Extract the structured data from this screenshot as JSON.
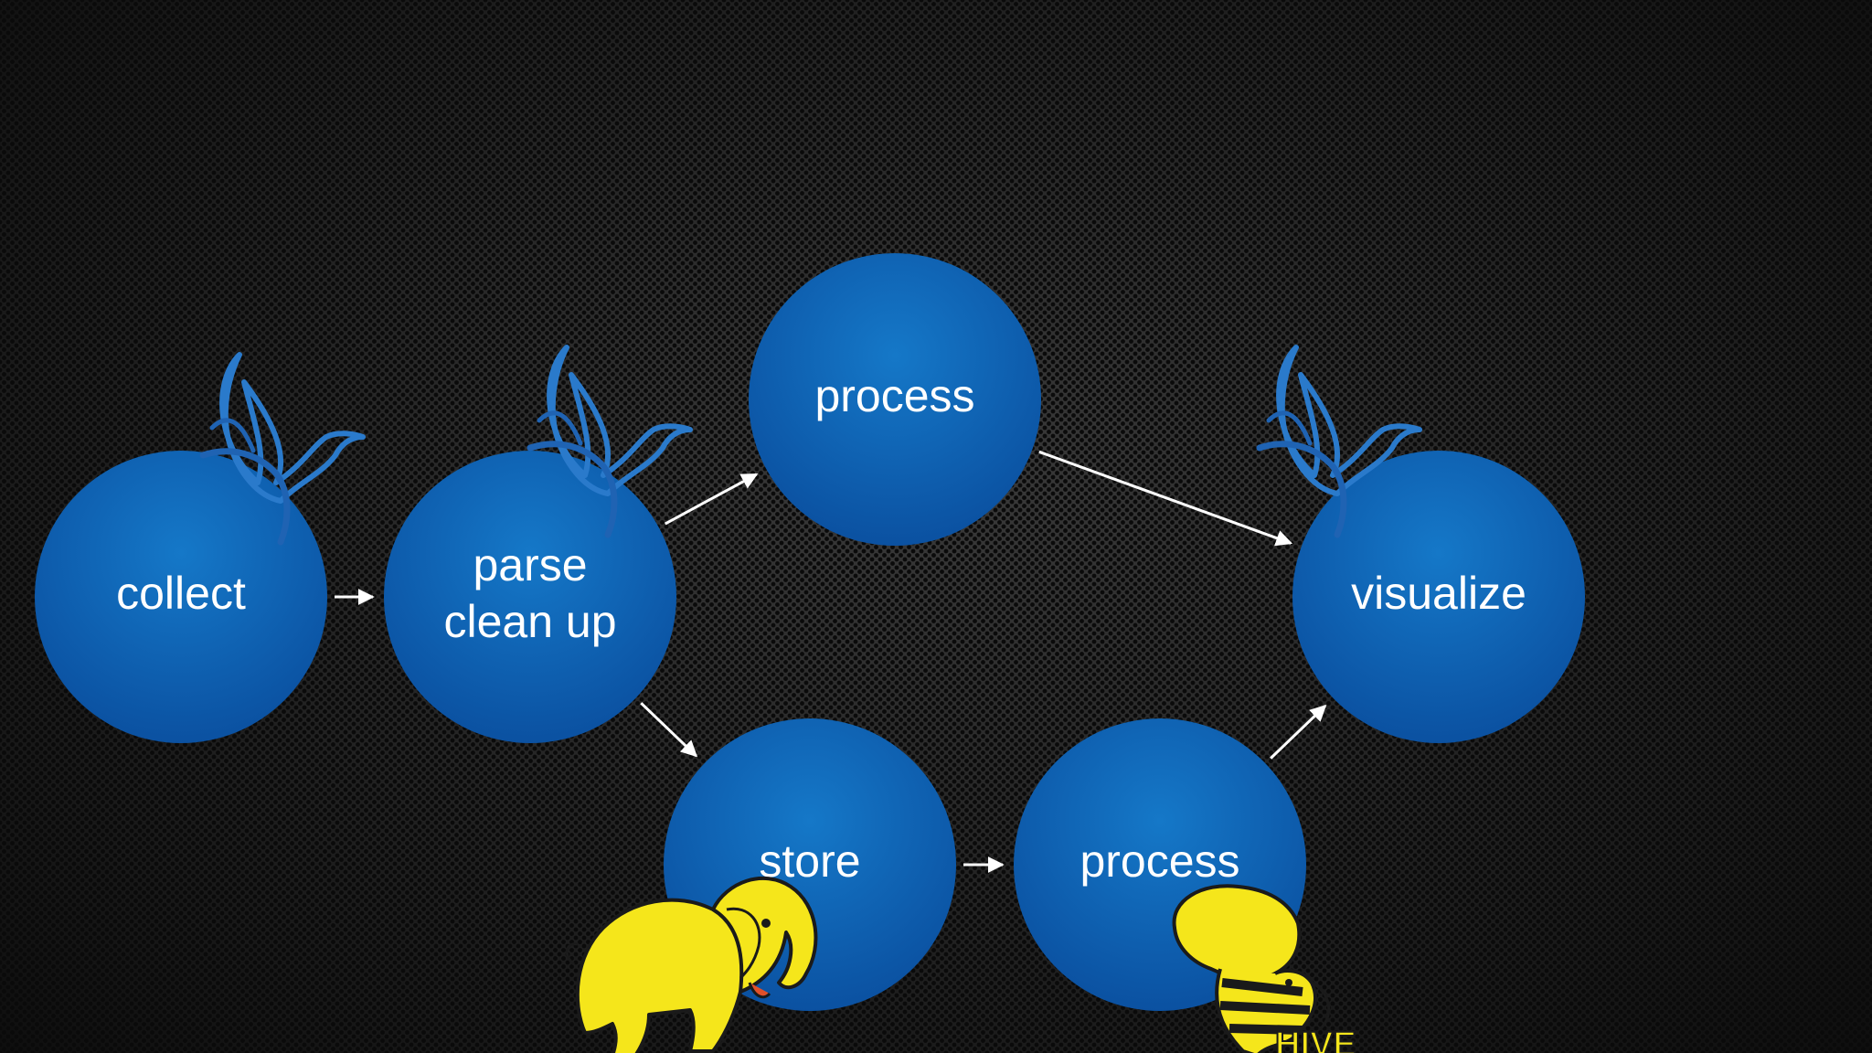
{
  "nodes": [
    {
      "id": "collect",
      "lines": [
        "collect"
      ]
    },
    {
      "id": "parse-clean-up",
      "lines": [
        "parse",
        "clean up"
      ]
    },
    {
      "id": "process-top",
      "lines": [
        "process"
      ]
    },
    {
      "id": "visualize",
      "lines": [
        "visualize"
      ]
    },
    {
      "id": "store",
      "lines": [
        "store"
      ]
    },
    {
      "id": "process-bottom",
      "lines": [
        "process"
      ]
    }
  ],
  "edges": [
    {
      "from": "collect",
      "to": "parse-clean-up"
    },
    {
      "from": "parse-clean-up",
      "to": "process-top"
    },
    {
      "from": "parse-clean-up",
      "to": "store"
    },
    {
      "from": "process-top",
      "to": "visualize"
    },
    {
      "from": "store",
      "to": "process-bottom"
    },
    {
      "from": "process-bottom",
      "to": "visualize"
    }
  ],
  "logos": {
    "bird": "flume-bird-logo",
    "elephant": "hadoop-elephant-logo",
    "hive": "hive-logo",
    "hive_text": "HIVE"
  },
  "colors": {
    "node_fill_top": "#1173c4",
    "node_fill_bottom": "#0a4fa0",
    "bird": "#2a78c8",
    "logo_yellow": "#f5e61b",
    "arrow": "#ffffff"
  }
}
